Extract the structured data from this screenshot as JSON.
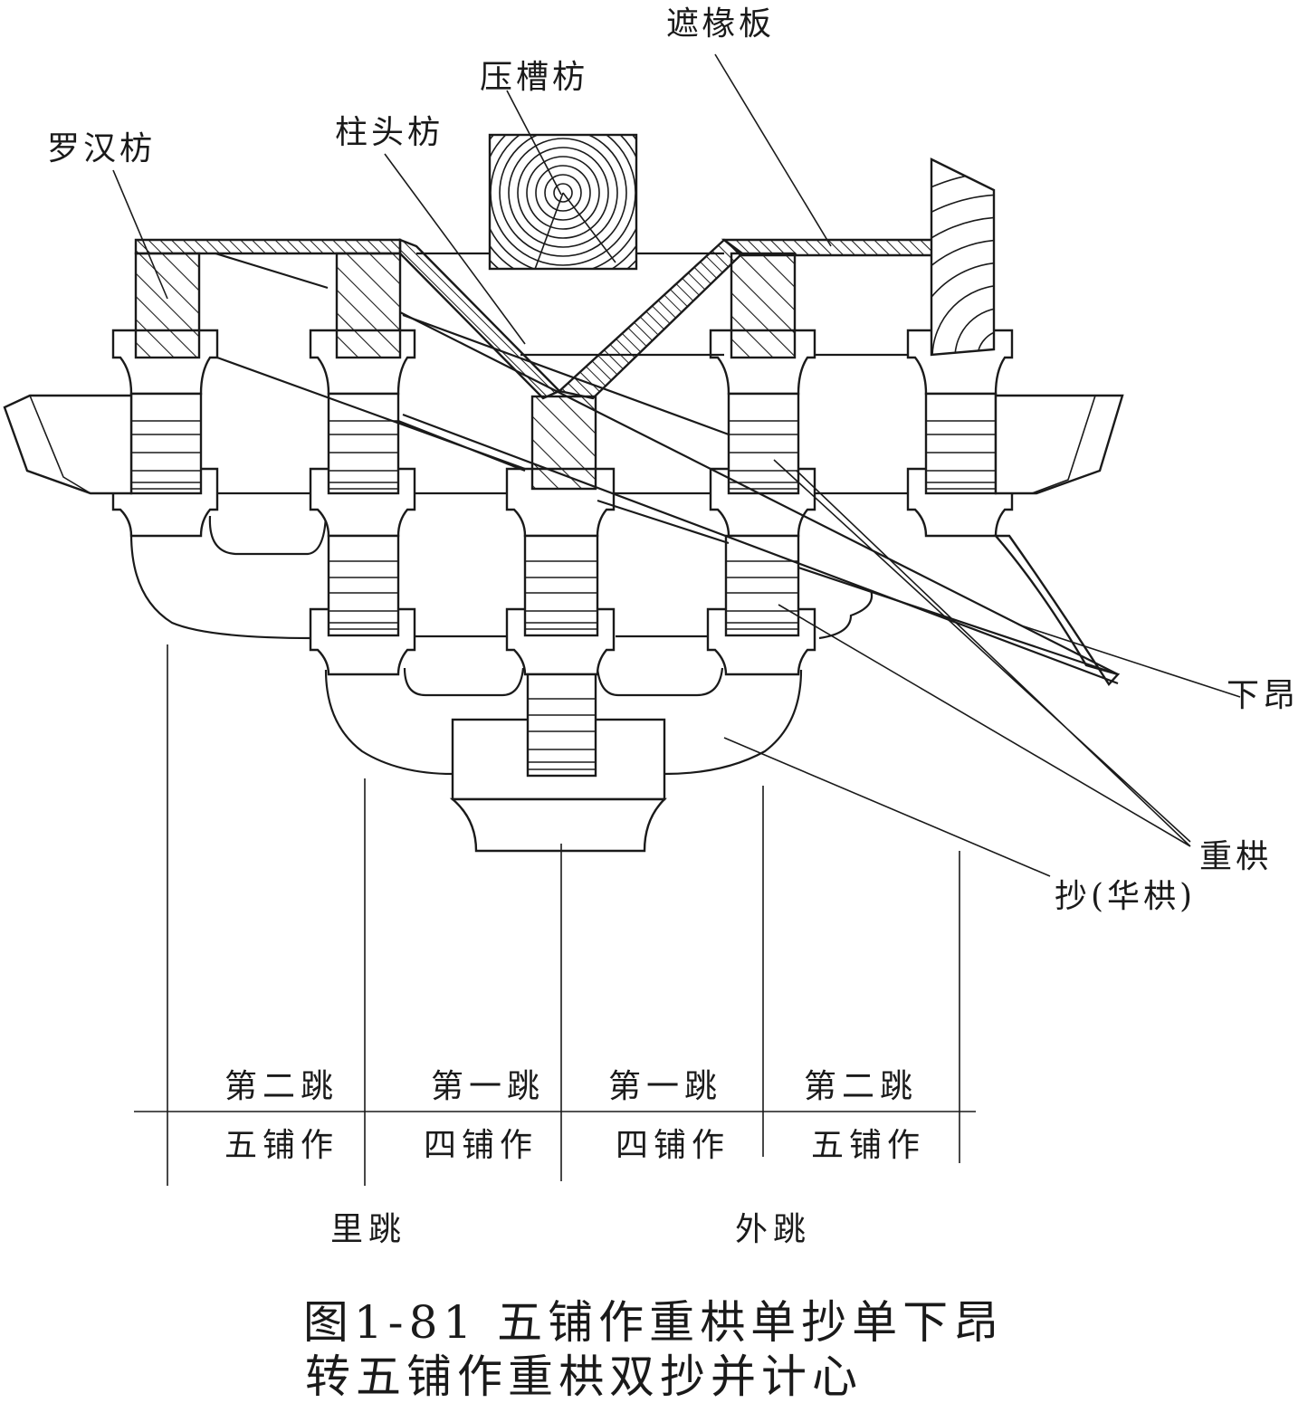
{
  "labels": {
    "zhe_chuan_ban": "遮椽板",
    "ya_cao_fang": "压槽枋",
    "zhu_tou_fang": "柱头枋",
    "luo_han_fang": "罗汉枋",
    "xia_ang": "下昂",
    "chong_gong": "重栱",
    "chao_hua_gong": "抄(华栱)"
  },
  "table": {
    "top_row": [
      "第二跳",
      "第一跳",
      "第一跳",
      "第二跳"
    ],
    "bottom_row": [
      "五铺作",
      "四铺作",
      "四铺作",
      "五铺作"
    ],
    "sides": [
      "里跳",
      "外跳"
    ]
  },
  "caption": {
    "line1": "图1-81 五铺作重栱单抄单下昂",
    "line2": "转五铺作重栱双抄并计心"
  }
}
